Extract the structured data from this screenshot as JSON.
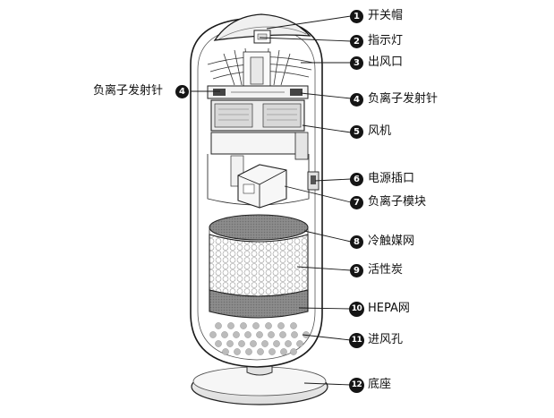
{
  "callouts": [
    {
      "id": "cap",
      "num": "1",
      "label": "开关帽"
    },
    {
      "id": "indicator",
      "num": "2",
      "label": "指示灯"
    },
    {
      "id": "outlet",
      "num": "3",
      "label": "出风口"
    },
    {
      "id": "ion-left",
      "num": "4",
      "label": "负离子发射针"
    },
    {
      "id": "ion-right",
      "num": "4",
      "label": "负离子发射针"
    },
    {
      "id": "fan",
      "num": "5",
      "label": "风机"
    },
    {
      "id": "power",
      "num": "6",
      "label": "电源插口"
    },
    {
      "id": "ion-module",
      "num": "7",
      "label": "负离子模块"
    },
    {
      "id": "cold-mesh",
      "num": "8",
      "label": "冷触媒网"
    },
    {
      "id": "carbon",
      "num": "9",
      "label": "活性炭"
    },
    {
      "id": "hepa",
      "num": "10",
      "label": "HEPA网"
    },
    {
      "id": "inlet",
      "num": "11",
      "label": "进风孔"
    },
    {
      "id": "base",
      "num": "12",
      "label": "底座"
    }
  ],
  "colors": {
    "line": "#1a1a1a",
    "badge": "#151515",
    "hepa": "#8a8a8a",
    "carbon": "#e6e6e6",
    "base": "#eeeeee"
  }
}
